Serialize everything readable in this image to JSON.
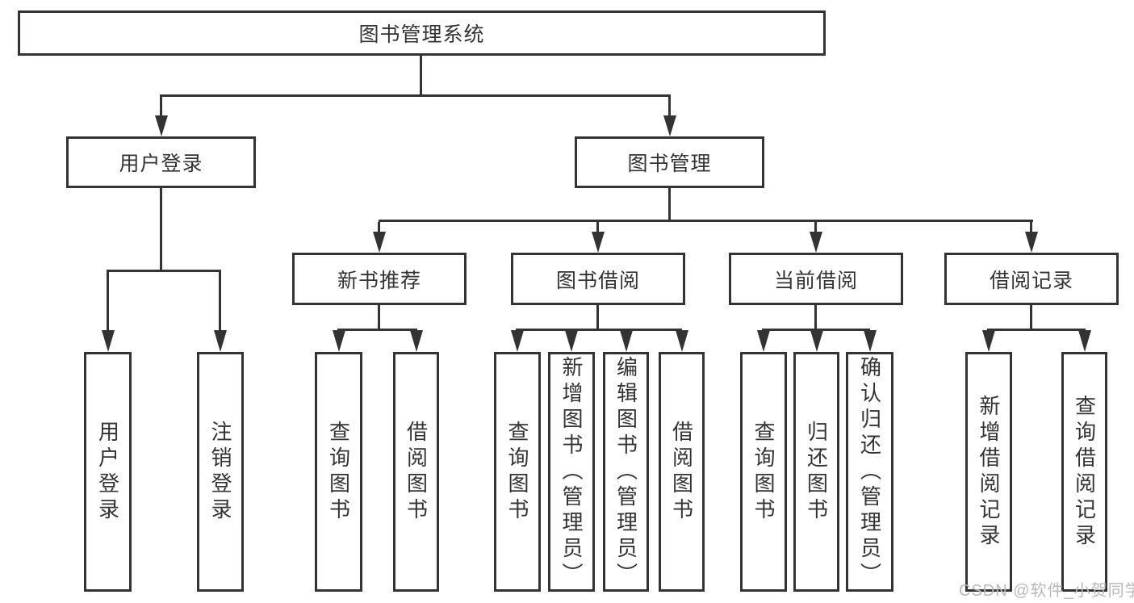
{
  "tree": {
    "root": {
      "label": "图书管理系统",
      "children": [
        {
          "label": "用户登录",
          "children": [
            {
              "label": "用户登录"
            },
            {
              "label": "注销登录"
            }
          ]
        },
        {
          "label": "图书管理",
          "children": [
            {
              "label": "新书推荐",
              "children": [
                {
                  "label": "查询图书"
                },
                {
                  "label": "借阅图书"
                }
              ]
            },
            {
              "label": "图书借阅",
              "children": [
                {
                  "label": "查询图书"
                },
                {
                  "label": "新增图书（管理员）"
                },
                {
                  "label": "编辑图书（管理员）"
                },
                {
                  "label": "借阅图书"
                }
              ]
            },
            {
              "label": "当前借阅",
              "children": [
                {
                  "label": "查询图书"
                },
                {
                  "label": "归还图书"
                },
                {
                  "label": "确认归还（管理员）"
                }
              ]
            },
            {
              "label": "借阅记录",
              "children": [
                {
                  "label": "新增借阅记录"
                },
                {
                  "label": "查询借阅记录"
                }
              ]
            }
          ]
        }
      ]
    }
  },
  "watermark": {
    "text": "CSDN @软件_小贺同学"
  },
  "colors": {
    "line": "#333333",
    "text": "#333333",
    "watermark": "#b9b9b9",
    "background": "#ffffff"
  }
}
